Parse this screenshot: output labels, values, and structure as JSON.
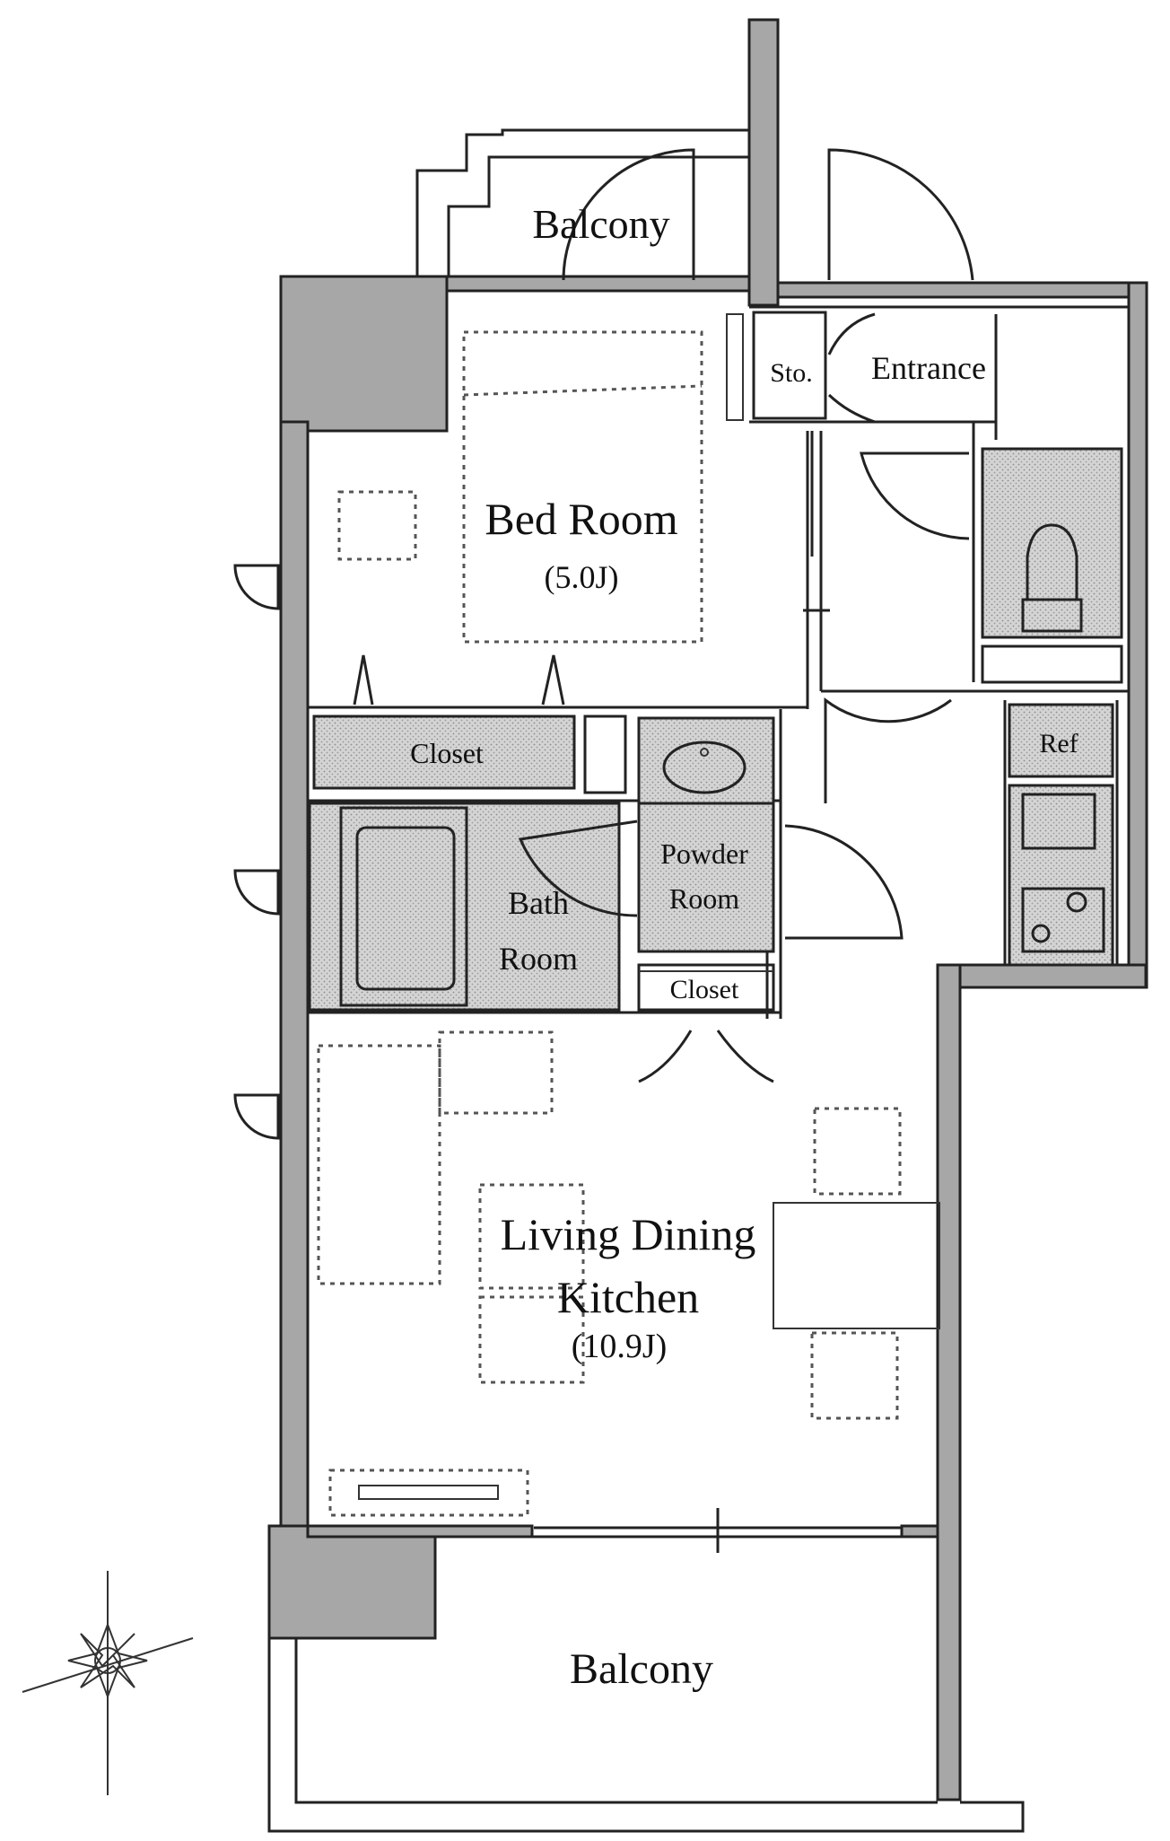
{
  "rooms": {
    "balcony_top": {
      "label": "Balcony"
    },
    "storage": {
      "label": "Sto."
    },
    "entrance": {
      "label": "Entrance"
    },
    "bedroom": {
      "label": "Bed Room",
      "size": "(5.0J)"
    },
    "closet_bed": {
      "label": "Closet"
    },
    "powder": {
      "line1": "Powder",
      "line2": "Room"
    },
    "bath": {
      "line1": "Bath",
      "line2": "Room"
    },
    "closet_hall": {
      "label": "Closet"
    },
    "refrigerator": {
      "label": "Ref"
    },
    "ldk": {
      "line1": "Living Dining",
      "line2": "Kitchen",
      "size": "(10.9J)"
    },
    "balcony_bottom": {
      "label": "Balcony"
    }
  },
  "icons": {
    "compass": "compass-icon",
    "toilet": "toilet-icon",
    "sink": "sink-icon",
    "bathtub": "bathtub-icon",
    "stove": "stove-icon"
  },
  "colors": {
    "wall": "#a7a7a7",
    "line": "#222222",
    "background": "#ffffff"
  }
}
